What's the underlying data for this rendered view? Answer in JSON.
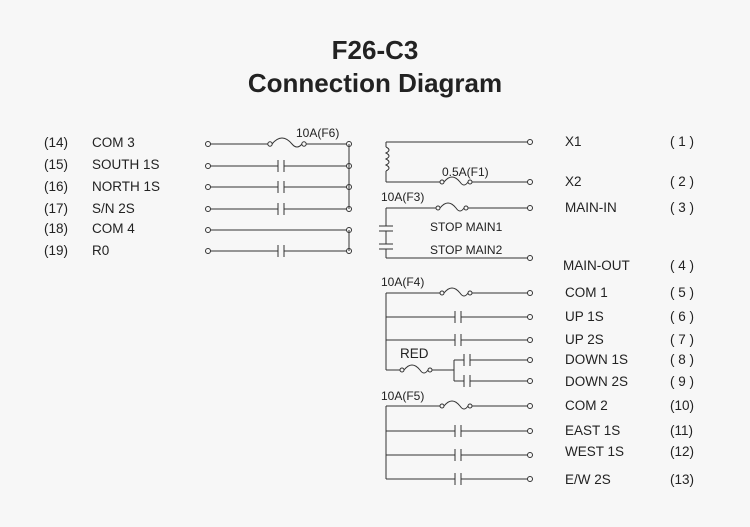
{
  "title": {
    "line1": "F26-C3",
    "line2": "Connection Diagram"
  },
  "left_terminals": [
    {
      "num": "(14)",
      "label": "COM 3"
    },
    {
      "num": "(15)",
      "label": "SOUTH 1S"
    },
    {
      "num": "(16)",
      "label": "NORTH 1S"
    },
    {
      "num": "(17)",
      "label": "S/N 2S"
    },
    {
      "num": "(18)",
      "label": "COM 4"
    },
    {
      "num": "(19)",
      "label": "R0"
    }
  ],
  "right_terminals": [
    {
      "num": "( 1 )",
      "label": "X1"
    },
    {
      "num": "( 2 )",
      "label": "X2"
    },
    {
      "num": "( 3 )",
      "label": "MAIN-IN"
    },
    {
      "num": "( 4 )",
      "label": "MAIN-OUT"
    },
    {
      "num": "( 5 )",
      "label": "COM 1"
    },
    {
      "num": "( 6 )",
      "label": "UP 1S"
    },
    {
      "num": "( 7 )",
      "label": "UP 2S"
    },
    {
      "num": "( 8 )",
      "label": "DOWN 1S"
    },
    {
      "num": "( 9 )",
      "label": "DOWN 2S"
    },
    {
      "num": "(10)",
      "label": "COM 2"
    },
    {
      "num": "(11)",
      "label": "EAST 1S"
    },
    {
      "num": "(12)",
      "label": "WEST 1S"
    },
    {
      "num": "(13)",
      "label": "E/W 2S"
    }
  ],
  "fuses": {
    "f6": "10A(F6)",
    "f1": "0.5A(F1)",
    "f3": "10A(F3)",
    "f4": "10A(F4)",
    "f5": "10A(F5)"
  },
  "stop": {
    "main1": "STOP MAIN1",
    "main2": "STOP MAIN2"
  },
  "red_label": "RED"
}
